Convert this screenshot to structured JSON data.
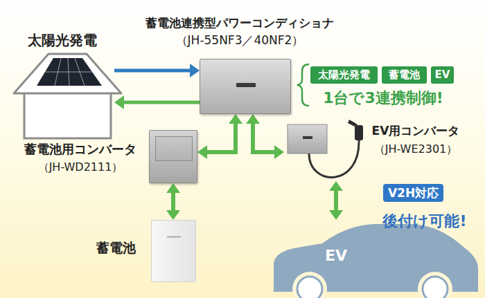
{
  "diagram": {
    "nodes": [
      {
        "text": [
          "太陽光発電"
        ]
      },
      {
        "text": [
          "蓄電池連携型パワーコンディショナ",
          "（JH-55NF3／40NF2）"
        ]
      },
      {
        "text": [
          "太陽光発電"
        ]
      },
      {
        "text": [
          "蓄電池"
        ]
      },
      {
        "text": [
          "EV"
        ]
      },
      {
        "text": [
          "蓄電池用コンバータ",
          "（JH-WD2111）"
        ]
      },
      {
        "text": [
          "EV用コンバータ",
          "（JH-WE2301）"
        ]
      },
      {
        "text": [
          "V2H対応"
        ]
      },
      {
        "text": [
          "蓄電池"
        ]
      },
      {
        "text": [
          "EV"
        ]
      }
    ],
    "edges": [
      {
        "from": 0,
        "to": 1,
        "arrow": "to"
      },
      {
        "from": 1,
        "to": 0,
        "arrow": "to"
      },
      {
        "from": 1,
        "to": 5,
        "arrow": "both"
      },
      {
        "from": 1,
        "to": 6,
        "arrow": "both"
      },
      {
        "from": 5,
        "to": 8,
        "arrow": "both"
      },
      {
        "from": 6,
        "to": 9,
        "arrow": "both"
      }
    ],
    "labels": [
      "1台で3連携制御!",
      "後付け可能!"
    ]
  }
}
